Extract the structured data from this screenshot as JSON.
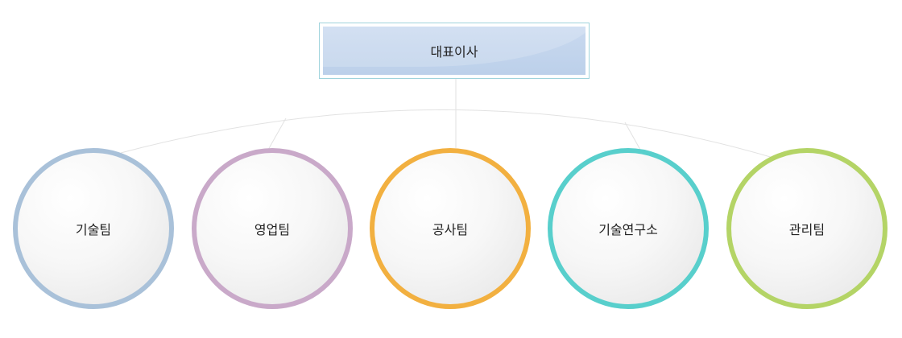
{
  "ceo": {
    "label": "대표이사"
  },
  "departments": [
    {
      "label": "기술팀",
      "ring_color": "#a9c1d9"
    },
    {
      "label": "영업팀",
      "ring_color": "#c9a9c9"
    },
    {
      "label": "공사팀",
      "ring_color": "#f2b040"
    },
    {
      "label": "기술연구소",
      "ring_color": "#58cfcc"
    },
    {
      "label": "관리팀",
      "ring_color": "#b4d466"
    }
  ],
  "colors": {
    "connector": "#e2e2e2",
    "ceo_border": "#9fd3dc",
    "ceo_fill": "#c5d7ee"
  }
}
